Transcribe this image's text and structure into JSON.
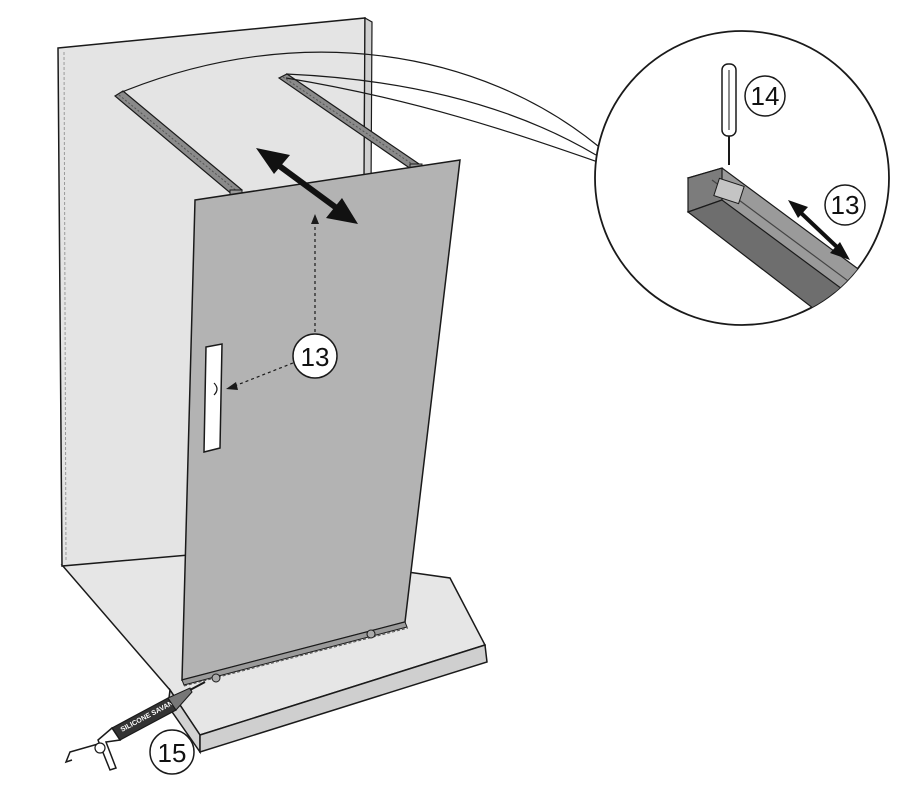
{
  "callouts": {
    "door_handle": "13",
    "zoom_rail": "13",
    "screwdriver": "14",
    "silicone": "15"
  },
  "silicone_gun": {
    "label": "SILICONE SAVAN"
  },
  "colors": {
    "wall": "#e4e4e4",
    "glass_panel": "#b3b3b3",
    "tray": "#e6e6e6",
    "rail": "#8a8a8a",
    "outline": "#1a1a1a"
  }
}
